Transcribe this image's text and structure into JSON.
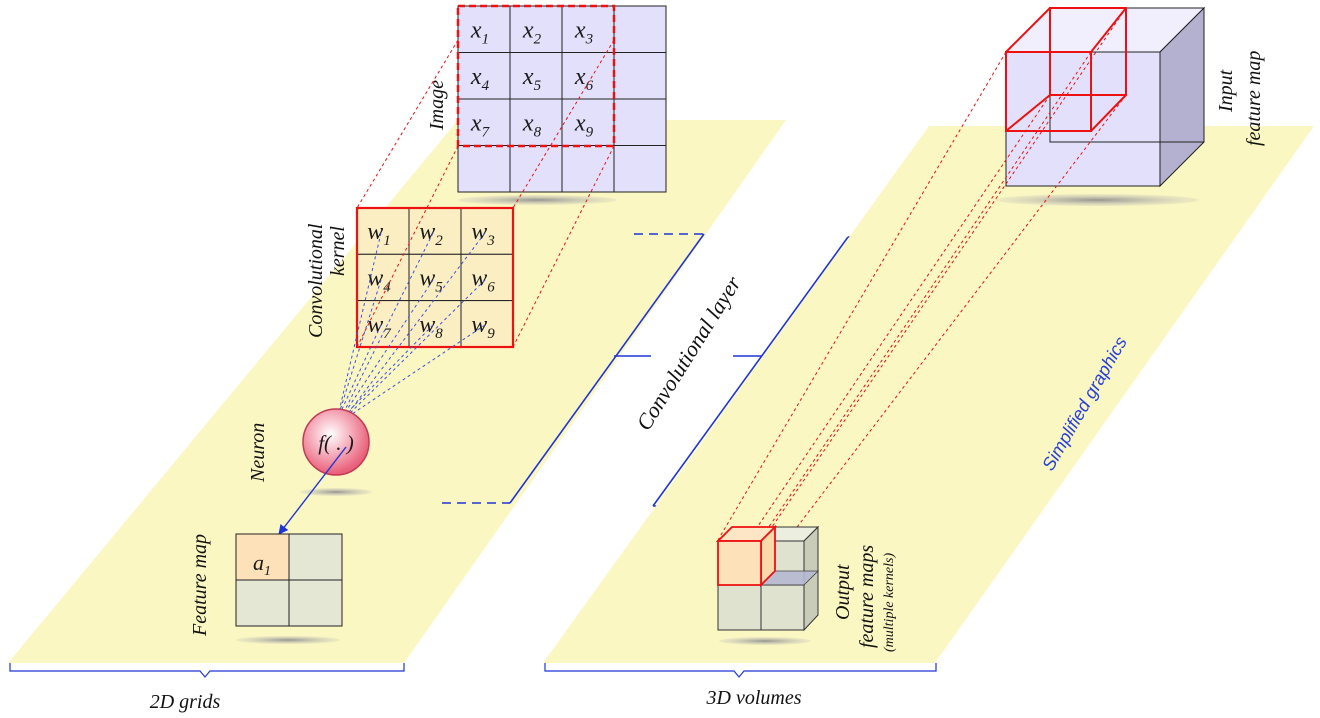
{
  "colors": {
    "plane": "#fbf7c2",
    "image_cell": "#e3e0fb",
    "kernel_cell": "#fbeec2",
    "feature_cell": "#e3e7d4",
    "feature_active": "#fde1b8",
    "highlight": "#ee1111",
    "accent_blue": "#1f35d6",
    "simplified_text": "#2740e0"
  },
  "image": {
    "label": "Image",
    "cells": [
      "x1",
      "x2",
      "x3",
      "x4",
      "x5",
      "x6",
      "x7",
      "x8",
      "x9"
    ],
    "cells_base": [
      "x",
      "x",
      "x",
      "x",
      "x",
      "x",
      "x",
      "x",
      "x"
    ],
    "cells_sub": [
      "1",
      "2",
      "3",
      "4",
      "5",
      "6",
      "7",
      "8",
      "9"
    ]
  },
  "kernel": {
    "label_line1": "Convolutional",
    "label_line2": "kernel",
    "cells_base": [
      "w",
      "w",
      "w",
      "w",
      "w",
      "w",
      "w",
      "w",
      "w"
    ],
    "cells_sub": [
      "1",
      "2",
      "3",
      "4",
      "5",
      "6",
      "7",
      "8",
      "9"
    ]
  },
  "neuron": {
    "label": "Neuron",
    "function_text": "f( . )"
  },
  "feature_map": {
    "label": "Feature map",
    "active_base": "a",
    "active_sub": "1"
  },
  "conv_layer_label": "Convolutional layer",
  "input_feature_map": {
    "line1": "Input",
    "line2": "feature map"
  },
  "output_feature_maps": {
    "line1": "Output",
    "line2": "feature maps",
    "line3": "(multiple kernels)"
  },
  "simplified_label": "Simplified graphics",
  "bottom_labels": {
    "left": "2D grids",
    "right": "3D volumes"
  }
}
